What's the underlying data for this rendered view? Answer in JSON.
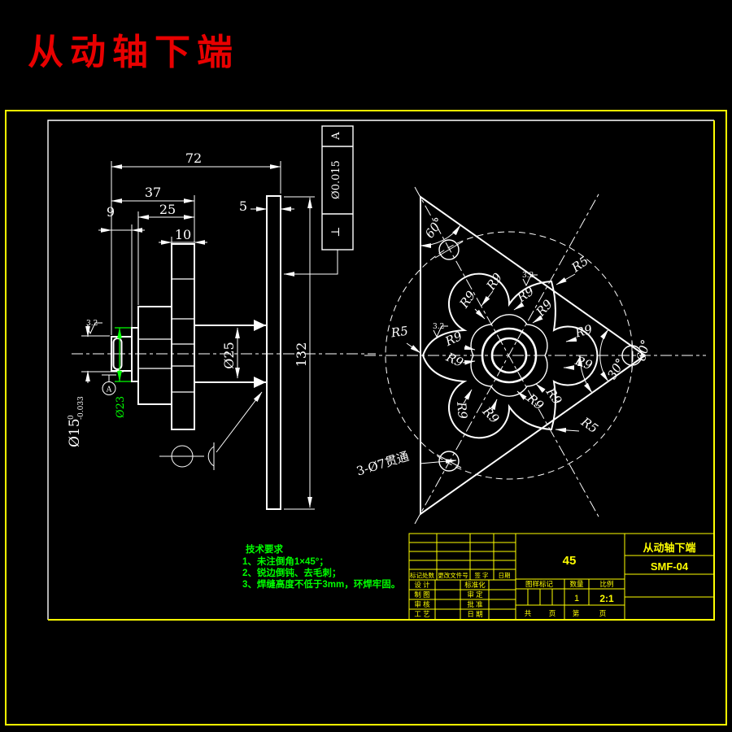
{
  "title": {
    "text": "从动轴下端"
  },
  "colors": {
    "background": "#000000",
    "line": "#ffffff",
    "accent_yellow": "#ffff00",
    "accent_green": "#00ff00",
    "title_red": "#e80000"
  },
  "left_view": {
    "dim_72": "72",
    "dim_37": "37",
    "dim_25": "25",
    "dim_9": "9",
    "dim_10": "10",
    "dim_5": "5",
    "dim_132": "132",
    "dia_25": "Ø25",
    "dia_23": "Ø23",
    "dia_15": "Ø15",
    "dia_15_tol_upper": "0",
    "dia_15_tol_lower": "-0.033",
    "roughness": "3.2",
    "datum_label": "A",
    "fcf": {
      "symbol": "⊥",
      "tolerance": "Ø0.015",
      "datum": "A"
    }
  },
  "right_view": {
    "r9": "R9",
    "r5": "R5",
    "angle_60": "60°",
    "angle_30": "30°",
    "holes_note": "3-Ø7贯通",
    "roughness": "3.2"
  },
  "tech_req": {
    "heading": "技术要求",
    "item1": "1、未注倒角1×45°；",
    "item2": "2、锐边倒钝、去毛刺；",
    "item3": "3、焊缝高度不低于3mm，环焊牢固。"
  },
  "title_block": {
    "material": "45",
    "part_name": "从动轴下端",
    "drawing_no": "SMF-04",
    "mark_header": {
      "c1": "标记处数",
      "c2": "更改文件号",
      "c3": "签 字",
      "c4": "日期"
    },
    "r1a": "设 计",
    "r1b": "标准化",
    "r2a": "制 图",
    "r2b": "审 定",
    "r3a": "审 核",
    "r3b": "批 准",
    "r4a": "工 艺",
    "r4b": "日 期",
    "stamp_label": "图样标记",
    "qty_label": "数量",
    "scale_label": "比例",
    "qty": "1",
    "scale": "2:1",
    "total_label": "共",
    "page_label": "页",
    "no_label": "第",
    "page_label2": "页"
  }
}
